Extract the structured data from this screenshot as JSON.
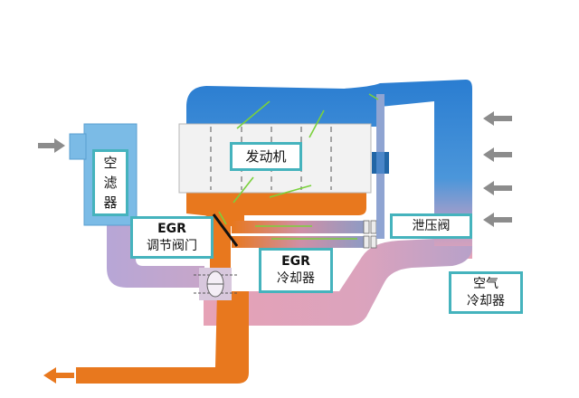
{
  "labels": {
    "air_filter": [
      "空",
      "滤",
      "器"
    ],
    "engine": "发动机",
    "egr_valve_line1": "EGR",
    "egr_valve_line2": "调节阀门",
    "egr_cooler_line1": "EGR",
    "egr_cooler_line2": "冷却器",
    "wastegate": "泄压阀",
    "intercooler_line1": "空气",
    "intercooler_line2": "冷却器"
  },
  "colors": {
    "exhaust": "#e8781e",
    "intake_cold": "#2b7fd2",
    "intake_warm": "#e9a1b9",
    "filter": "#7bbbe6",
    "label_border": "#45b3bd",
    "engine_fill": "#f2f2f2",
    "arrow_gray": "#8c8c8c",
    "flow_green": "#7ad13c"
  },
  "icons": {
    "inlet_arrows": "arrow-left-icon",
    "outlet_arrow": "arrow-left-icon",
    "flow_marks": "arrow-icon"
  }
}
